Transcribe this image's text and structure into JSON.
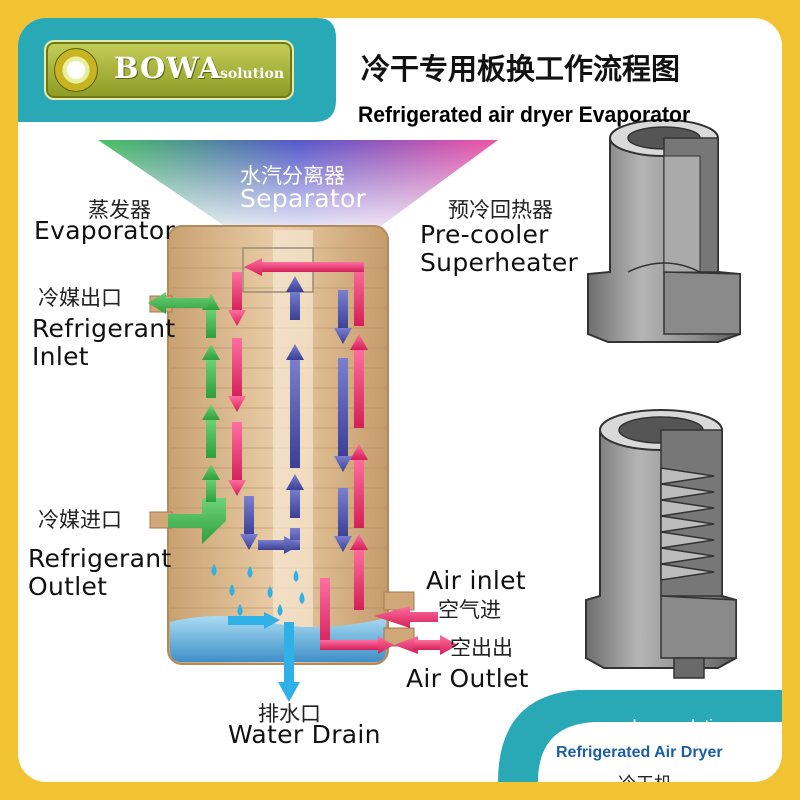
{
  "logo": {
    "brand": "BOWA",
    "tag": "solution"
  },
  "title": {
    "cn": "冷干专用板换工作流程图",
    "en": "Refrigerated air dryer Evaporator"
  },
  "labels": {
    "separator_cn": "水汽分离器",
    "separator_en": "Separator",
    "evaporator_cn": "蒸发器",
    "evaporator_en": "Evaporator",
    "precooler_cn": "预冷回热器",
    "precooler_en_1": "Pre-cooler",
    "precooler_en_2": "Superheater",
    "ref_out_cn": "冷媒出口",
    "ref_inlet_en_1": "Refrigerant",
    "ref_inlet_en_2": "Inlet",
    "ref_in_cn": "冷媒进口",
    "ref_outlet_en_1": "Refrigerant",
    "ref_outlet_en_2": "Outlet",
    "air_inlet_en": "Air inlet",
    "air_inlet_cn": "空气进",
    "air_outlet_cn": "空出出",
    "air_outlet_en": "Air Outlet",
    "drain_cn": "排水口",
    "drain_en": "Water Drain"
  },
  "footer": {
    "website": "www.bowasolution.com",
    "product_en": "Refrigerated Air Dryer",
    "product_cn": "冷干机"
  },
  "colors": {
    "frame": "#f1c232",
    "teal": "#29a9b6",
    "refrigerant": "#3fb64a",
    "air_hot": "#e8306e",
    "air_cool": "#4b4fa8",
    "water": "#1ea7e0",
    "plate": "#d8b48a",
    "fitting": "#8c8c8c"
  }
}
